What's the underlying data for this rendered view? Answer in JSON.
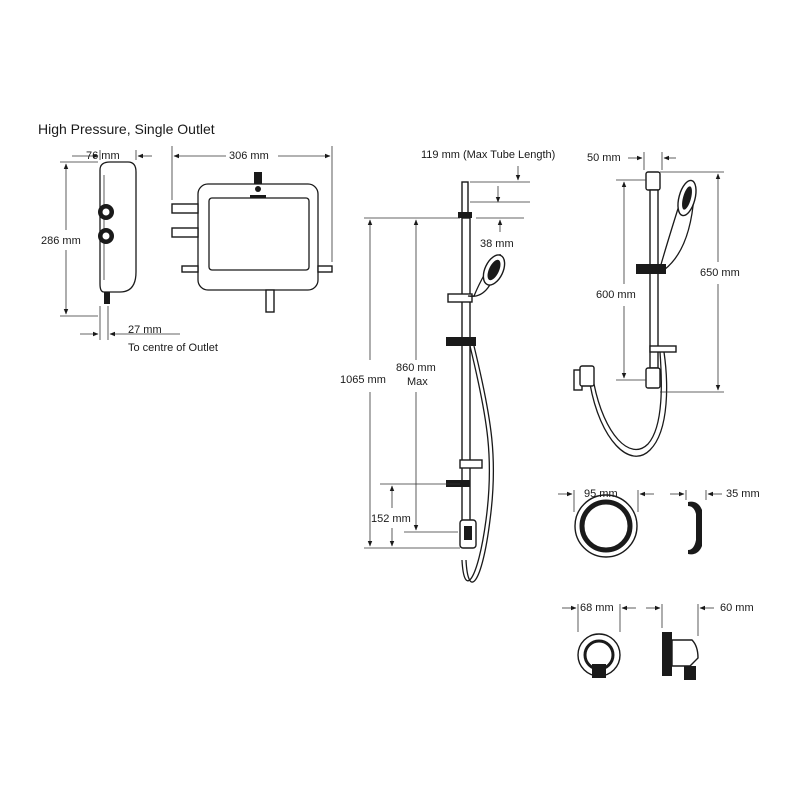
{
  "title": "High Pressure, Single Outlet",
  "dims": {
    "d76": "76 mm",
    "d306": "306 mm",
    "d286": "286 mm",
    "d27": "27 mm",
    "to_centre": "To centre of Outlet",
    "d119": "119 mm (Max Tube Length)",
    "d38": "38 mm",
    "d1065": "1065 mm",
    "d860": "860 mm",
    "max": "Max",
    "d152": "152 mm",
    "d50": "50 mm",
    "d650": "650 mm",
    "d600": "600 mm",
    "d95": "95 mm",
    "d35": "35 mm",
    "d68": "68 mm",
    "d60": "60 mm"
  }
}
